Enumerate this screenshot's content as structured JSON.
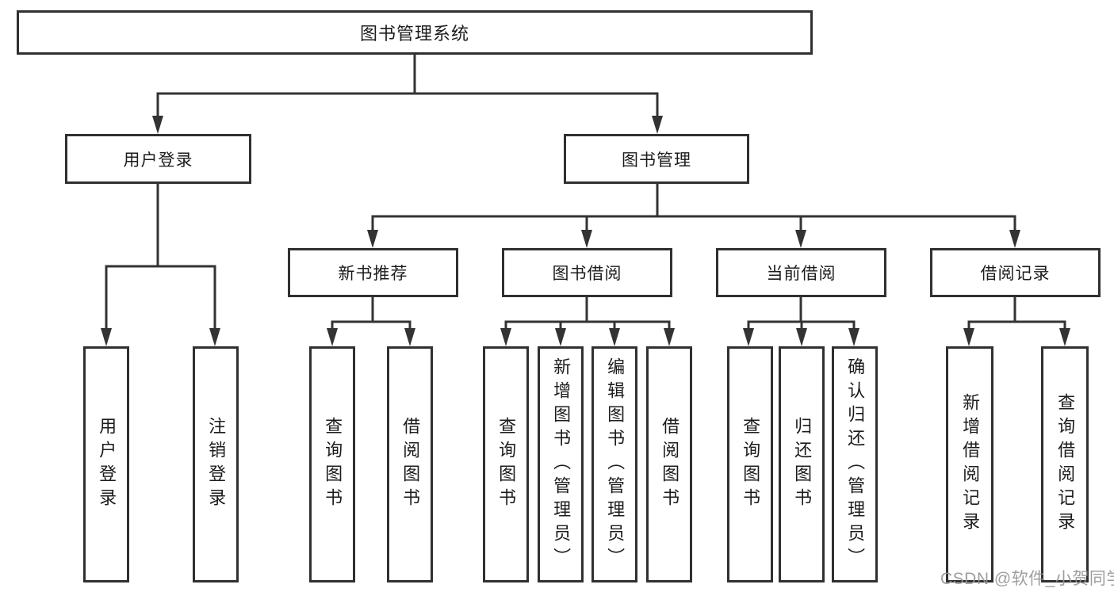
{
  "diagram": {
    "root": {
      "label": "图书管理系统"
    },
    "level2": [
      {
        "label": "用户登录",
        "parent": "图书管理系统"
      },
      {
        "label": "图书管理",
        "parent": "图书管理系统"
      }
    ],
    "level3": [
      {
        "label": "新书推荐",
        "parent": "图书管理"
      },
      {
        "label": "图书借阅",
        "parent": "图书管理"
      },
      {
        "label": "当前借阅",
        "parent": "图书管理"
      },
      {
        "label": "借阅记录",
        "parent": "图书管理"
      }
    ],
    "leaves": [
      {
        "label": "用户登录",
        "parent": "用户登录"
      },
      {
        "label": "注销登录",
        "parent": "用户登录"
      },
      {
        "label": "查询图书",
        "parent": "新书推荐"
      },
      {
        "label": "借阅图书",
        "parent": "新书推荐"
      },
      {
        "label": "查询图书",
        "parent": "图书借阅"
      },
      {
        "label": "新增图书（管理员）",
        "parent": "图书借阅"
      },
      {
        "label": "编辑图书（管理员）",
        "parent": "图书借阅"
      },
      {
        "label": "借阅图书",
        "parent": "图书借阅"
      },
      {
        "label": "查询图书",
        "parent": "当前借阅"
      },
      {
        "label": "归还图书",
        "parent": "当前借阅"
      },
      {
        "label": "确认归还（管理员）",
        "parent": "当前借阅"
      },
      {
        "label": "新增借阅记录",
        "parent": "借阅记录"
      },
      {
        "label": "查询借阅记录",
        "parent": "借阅记录"
      }
    ]
  },
  "watermark": {
    "text": "CSDN @软件_小贺同学"
  },
  "colors": {
    "line": "#333333",
    "box_border": "#303030",
    "text": "#1c1c1c",
    "watermark": "#949494",
    "background": "#ffffff"
  }
}
